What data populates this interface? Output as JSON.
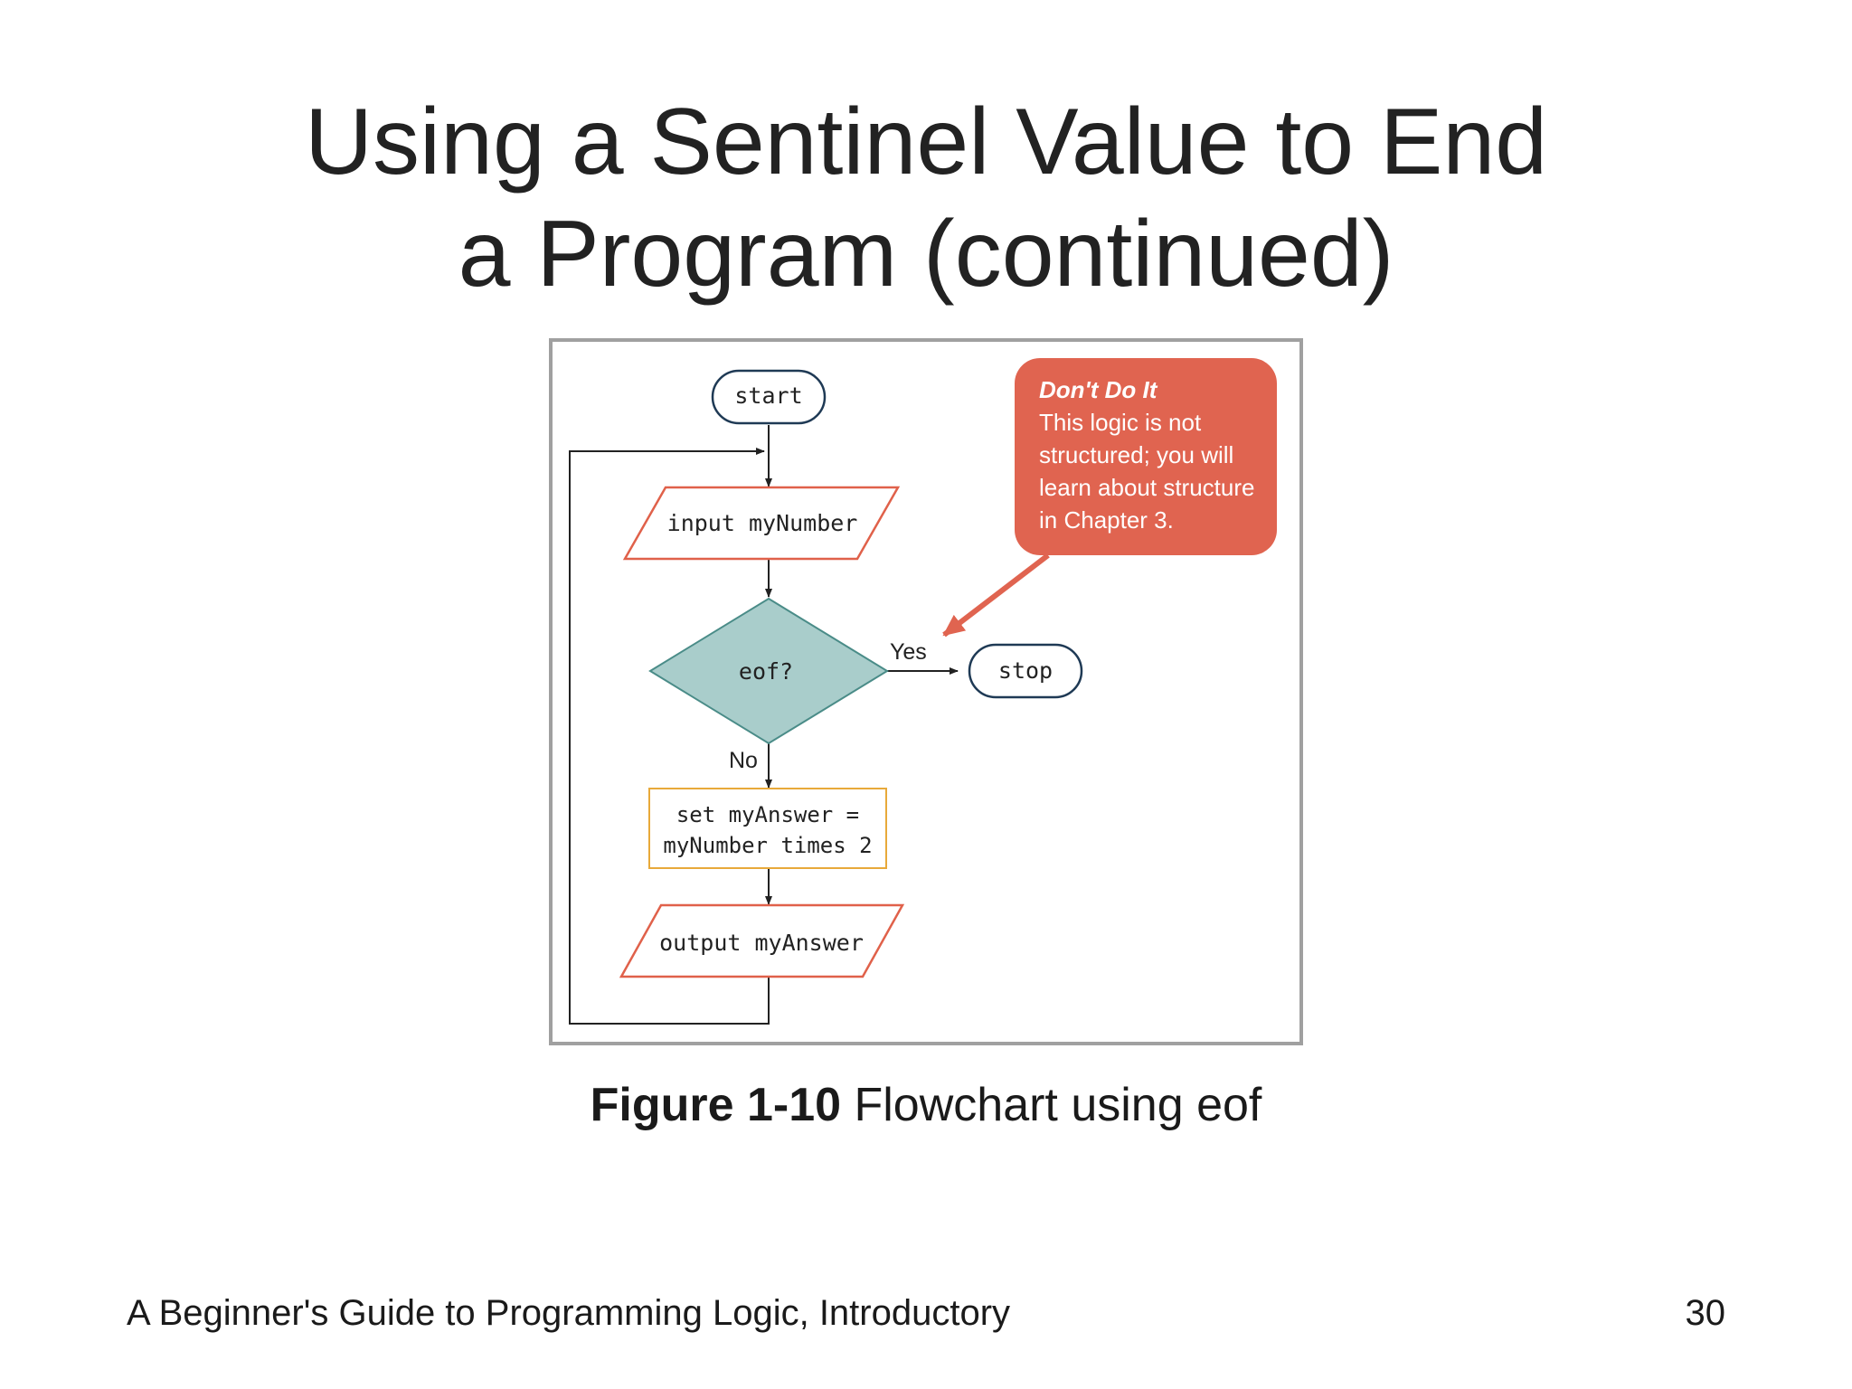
{
  "slide": {
    "title_line1": "Using a Sentinel Value to End",
    "title_line2": "a Program (continued)",
    "caption_label": "Figure 1-10",
    "caption_text": " Flowchart using eof",
    "footer_text": "A Beginner's Guide to Programming Logic, Introductory",
    "page_number": "30"
  },
  "flowchart": {
    "start": "start",
    "input": "input myNumber",
    "decision": "eof?",
    "yes_label": "Yes",
    "no_label": "No",
    "stop": "stop",
    "process_line1": "set myAnswer =",
    "process_line2": "myNumber times 2",
    "output": "output myAnswer",
    "note_title": "Don't Do It",
    "note_line1": "This logic is not",
    "note_line2": "structured; you will",
    "note_line3": "learn about structure",
    "note_line4": "in Chapter 3."
  },
  "colors": {
    "decision_fill": "#a9cdcb",
    "decision_stroke": "#4a8c88",
    "terminal_stroke": "#1f3a55",
    "io_stroke": "#e0614a",
    "process_stroke": "#e8a93a",
    "note_fill": "#e06450",
    "line": "#222222"
  }
}
